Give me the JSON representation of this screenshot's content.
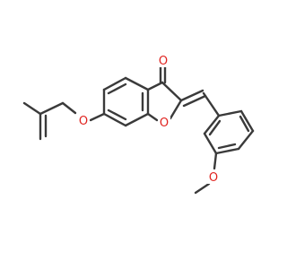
{
  "molecule": {
    "atoms": {
      "carbonyl_oxygen": "O",
      "ring_oxygen": "O",
      "ether_oxygen_left": "O",
      "methoxy_oxygen": "O"
    },
    "colors": {
      "bond": "#3a3a3a",
      "heteroatom": "#e0221e",
      "background": "#ffffff"
    }
  }
}
